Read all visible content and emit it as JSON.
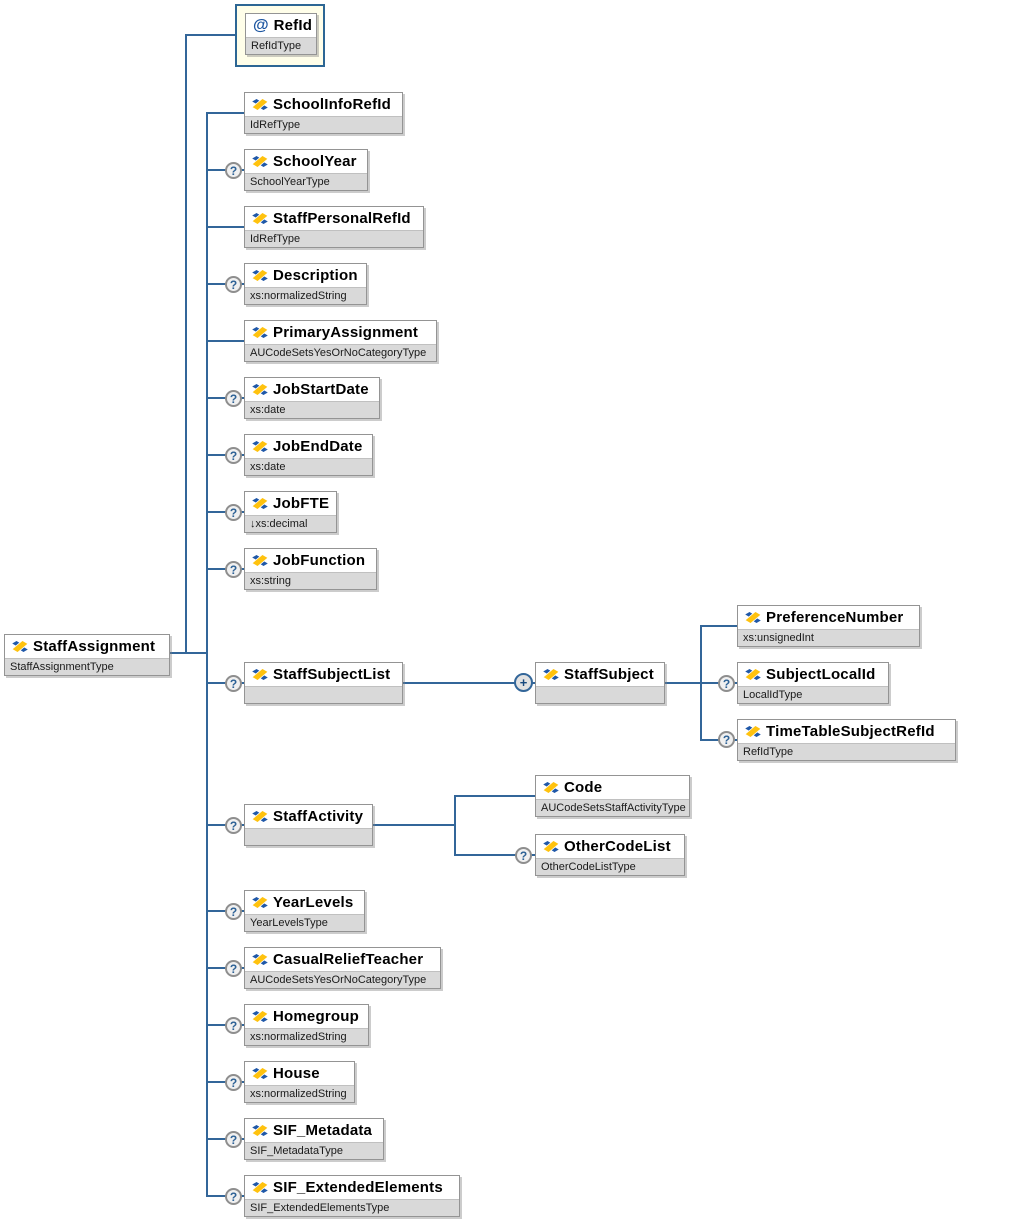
{
  "glyphs": {
    "optional": "?",
    "repeat": "+",
    "attribute": "@"
  },
  "colors": {
    "connector": "#336699",
    "box_border": "#949494",
    "type_band": "#d9d9d9",
    "attribute_frame_border": "#2d6694",
    "attribute_frame_fill": "#fffee9",
    "element_icon_blue": "#2058a8",
    "element_icon_yellow": "#ffc20e"
  },
  "root": {
    "name": "StaffAssignment",
    "type": "StaffAssignmentType"
  },
  "attribute": {
    "name": "RefId",
    "type": "RefIdType"
  },
  "elements": {
    "schoolInfoRefId": {
      "name": "SchoolInfoRefId",
      "type": "IdRefType"
    },
    "schoolYear": {
      "name": "SchoolYear",
      "type": "SchoolYearType"
    },
    "staffPersonalRefId": {
      "name": "StaffPersonalRefId",
      "type": "IdRefType"
    },
    "description": {
      "name": "Description",
      "type": "xs:normalizedString"
    },
    "primaryAssignment": {
      "name": "PrimaryAssignment",
      "type": "AUCodeSetsYesOrNoCategoryType"
    },
    "jobStartDate": {
      "name": "JobStartDate",
      "type": "xs:date"
    },
    "jobEndDate": {
      "name": "JobEndDate",
      "type": "xs:date"
    },
    "jobFTE": {
      "name": "JobFTE",
      "type": "↓xs:decimal"
    },
    "jobFunction": {
      "name": "JobFunction",
      "type": "xs:string"
    },
    "staffSubjectList": {
      "name": "StaffSubjectList",
      "type": ""
    },
    "staffSubject": {
      "name": "StaffSubject",
      "type": ""
    },
    "preferenceNumber": {
      "name": "PreferenceNumber",
      "type": "xs:unsignedInt"
    },
    "subjectLocalId": {
      "name": "SubjectLocalId",
      "type": "LocalIdType"
    },
    "timeTableSubjectRefId": {
      "name": "TimeTableSubjectRefId",
      "type": "RefIdType"
    },
    "staffActivity": {
      "name": "StaffActivity",
      "type": ""
    },
    "code": {
      "name": "Code",
      "type": "AUCodeSetsStaffActivityType"
    },
    "otherCodeList": {
      "name": "OtherCodeList",
      "type": "OtherCodeListType"
    },
    "yearLevels": {
      "name": "YearLevels",
      "type": "YearLevelsType"
    },
    "casualReliefTeacher": {
      "name": "CasualReliefTeacher",
      "type": "AUCodeSetsYesOrNoCategoryType"
    },
    "homegroup": {
      "name": "Homegroup",
      "type": "xs:normalizedString"
    },
    "house": {
      "name": "House",
      "type": "xs:normalizedString"
    },
    "sifMetadata": {
      "name": "SIF_Metadata",
      "type": "SIF_MetadataType"
    },
    "sifExtendedElements": {
      "name": "SIF_ExtendedElements",
      "type": "SIF_ExtendedElementsType"
    }
  }
}
